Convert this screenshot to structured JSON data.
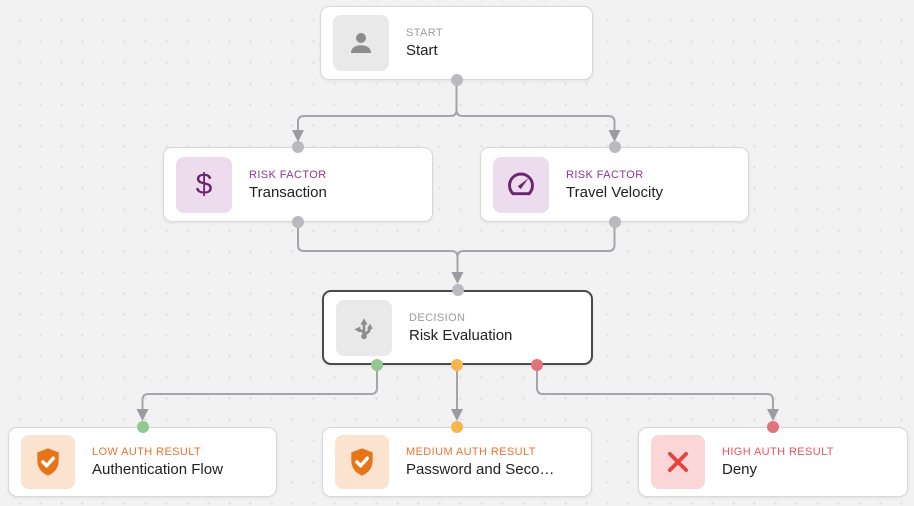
{
  "nodes": {
    "start": {
      "type_label": "START",
      "title": "Start",
      "icon": "person-icon"
    },
    "transaction": {
      "type_label": "RISK FACTOR",
      "title": "Transaction",
      "icon": "dollar-icon"
    },
    "travel_velocity": {
      "type_label": "RISK FACTOR",
      "title": "Travel Velocity",
      "icon": "gauge-icon"
    },
    "decision": {
      "type_label": "DECISION",
      "title": "Risk Evaluation",
      "icon": "branch-arrows-icon",
      "selected": true
    },
    "low_result": {
      "type_label": "LOW AUTH RESULT",
      "title": "Authentication Flow",
      "icon": "shield-check-icon"
    },
    "medium_result": {
      "type_label": "MEDIUM AUTH RESULT",
      "title": "Password and Seco…",
      "icon": "shield-check-icon"
    },
    "high_result": {
      "type_label": "HIGH AUTH RESULT",
      "title": "Deny",
      "icon": "x-icon"
    }
  },
  "glyphs": {
    "dollar": "$"
  },
  "edges": [
    {
      "from": "Start",
      "to": "Transaction",
      "port_color": "#b9b9bf"
    },
    {
      "from": "Start",
      "to": "Travel Velocity",
      "port_color": "#b9b9bf"
    },
    {
      "from": "Transaction",
      "to": "Risk Evaluation",
      "port_color": "#b9b9bf"
    },
    {
      "from": "Travel Velocity",
      "to": "Risk Evaluation",
      "port_color": "#b9b9bf"
    },
    {
      "from": "Risk Evaluation",
      "to": "Authentication Flow",
      "branch": "low",
      "port_color": "#90ca8f"
    },
    {
      "from": "Risk Evaluation",
      "to": "Password and Seco…",
      "branch": "medium",
      "port_color": "#f6b54d"
    },
    {
      "from": "Risk Evaluation",
      "to": "Deny",
      "branch": "high",
      "port_color": "#e2737c"
    }
  ],
  "colors": {
    "canvas_bg": "#f2f2f2",
    "grid_dot": "#dcdcdc",
    "node_bg": "#ffffff",
    "node_border": "#d8d8d8",
    "selected_node_border": "#4a4a4a",
    "edge_line": "#a4a4ad",
    "arrowhead": "#9b9ba4",
    "port_gray": "#b9b9bf",
    "port_green": "#90ca8f",
    "port_orange": "#f6b54d",
    "port_red": "#e2737c",
    "label_gray": "#9b9b9b",
    "label_purple": "#8f3693",
    "label_orange": "#ee7130",
    "label_red": "#ee5260",
    "title_text": "#212121",
    "icon_gray": "#8c8c8c",
    "icon_gray_bg": "#e9e9e9",
    "icon_purple": "#6d2570",
    "icon_purple_bg": "#ecdcee",
    "icon_orange": "#e97317",
    "icon_orange_bg": "#fbe3d0",
    "icon_red": "#e5433e",
    "icon_red_bg": "#fbd6d7"
  }
}
